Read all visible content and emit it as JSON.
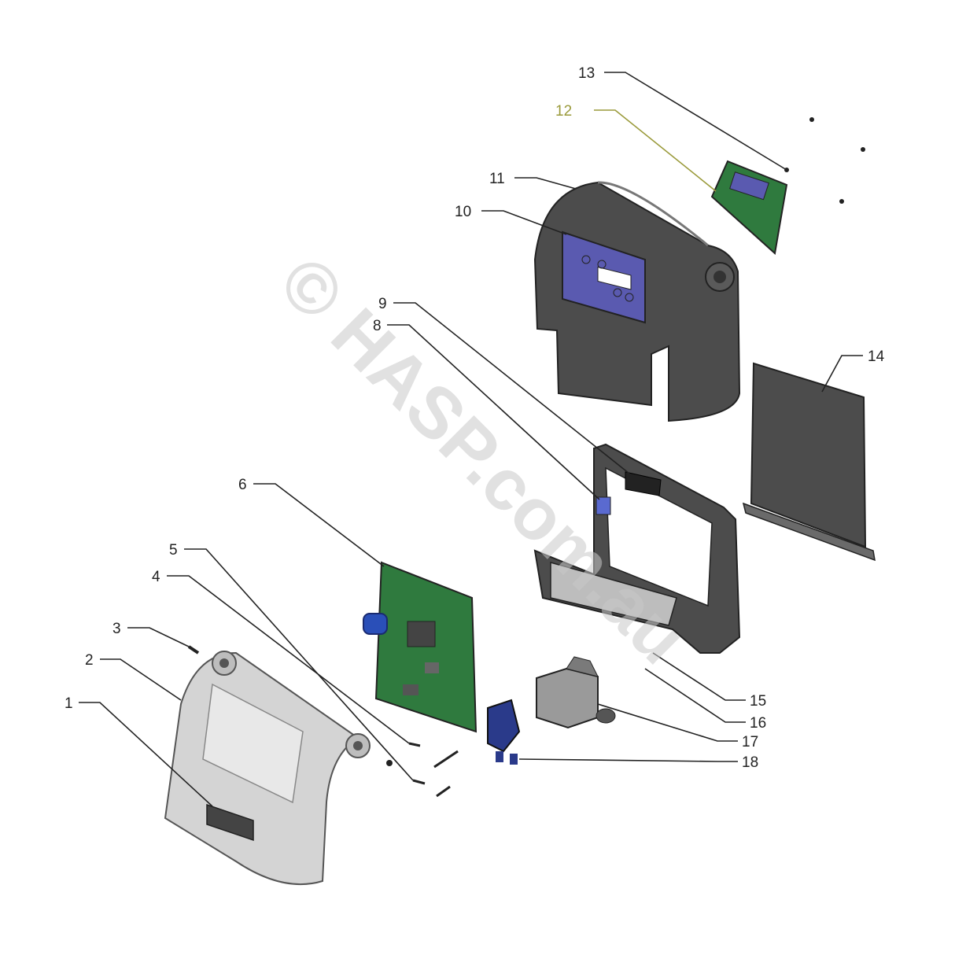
{
  "watermark": "© HASP.com.au",
  "callouts": [
    {
      "id": "1",
      "label": "1"
    },
    {
      "id": "2",
      "label": "2"
    },
    {
      "id": "3",
      "label": "3"
    },
    {
      "id": "4",
      "label": "4"
    },
    {
      "id": "5",
      "label": "5"
    },
    {
      "id": "6",
      "label": "6"
    },
    {
      "id": "8",
      "label": "8"
    },
    {
      "id": "9",
      "label": "9"
    },
    {
      "id": "10",
      "label": "10"
    },
    {
      "id": "11",
      "label": "11"
    },
    {
      "id": "12",
      "label": "12"
    },
    {
      "id": "13",
      "label": "13"
    },
    {
      "id": "14",
      "label": "14"
    },
    {
      "id": "15",
      "label": "15"
    },
    {
      "id": "16",
      "label": "16"
    },
    {
      "id": "17",
      "label": "17"
    },
    {
      "id": "18",
      "label": "18"
    }
  ],
  "colors": {
    "cover_gray": "#d4d4d4",
    "dark_housing": "#4a4a4a",
    "panel_purple": "#5a5ab0",
    "board_green": "#2f7a3e",
    "pump_blue": "#2a3a8a",
    "leader_highlight": "#9a9a3a"
  }
}
